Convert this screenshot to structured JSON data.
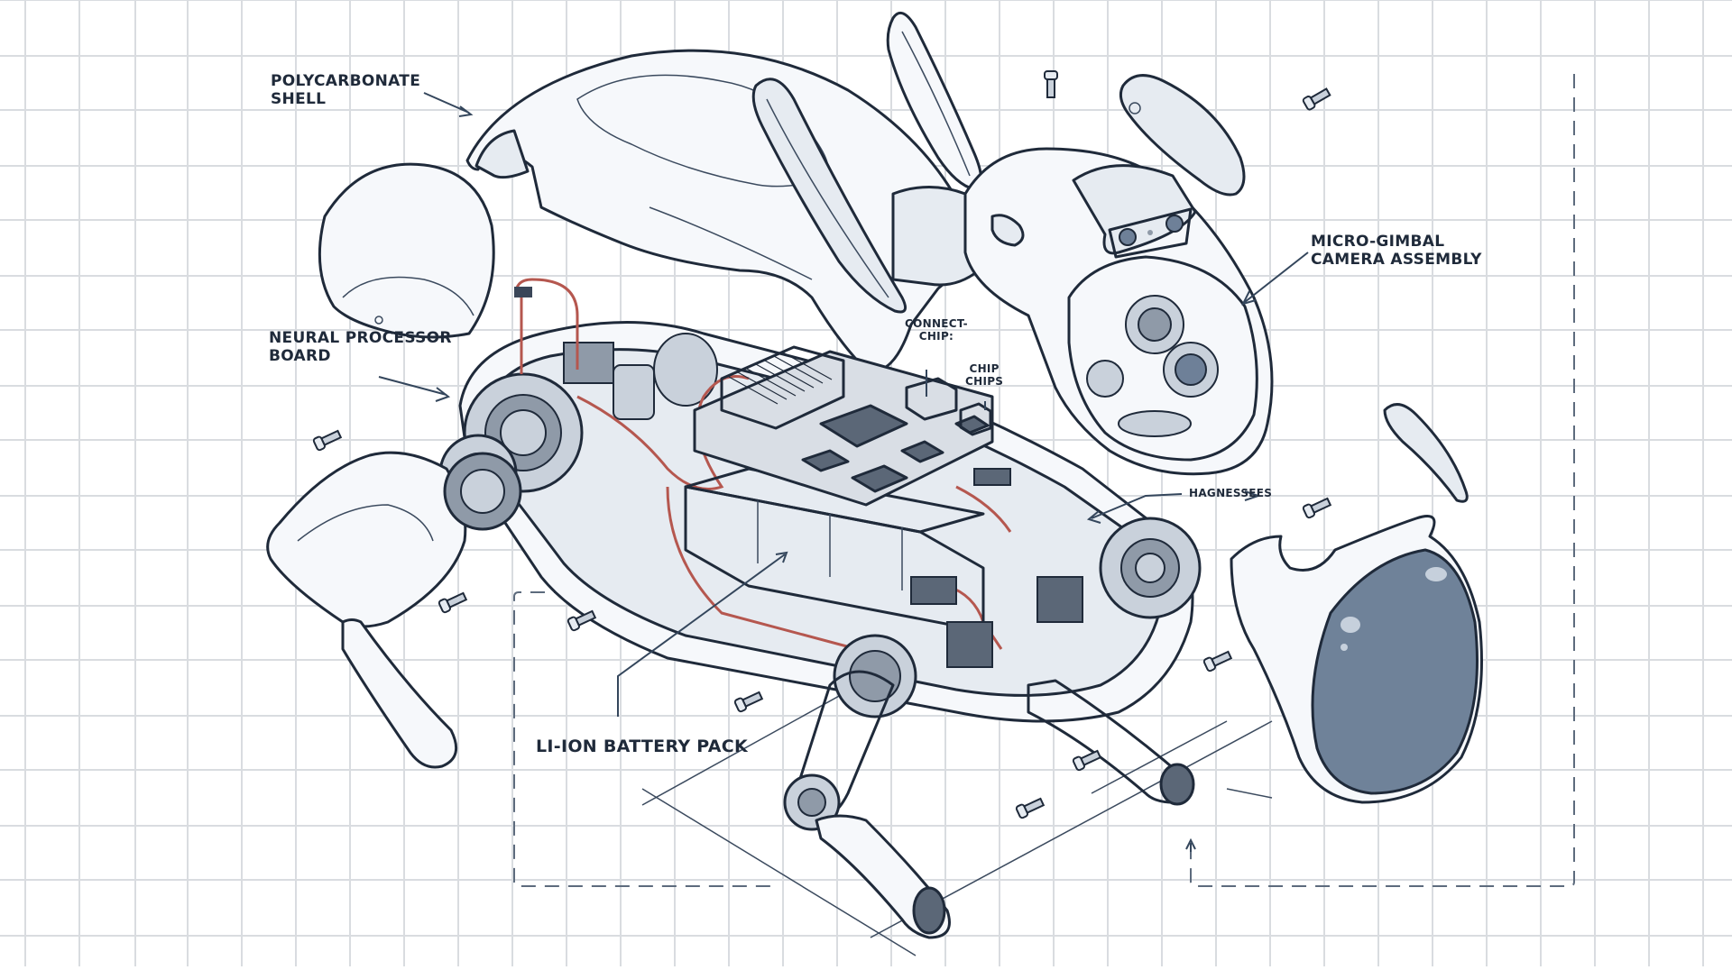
{
  "diagram": {
    "subject": "Robot dog exploded-view assembly",
    "style": "technical line illustration on grid paper",
    "colors": {
      "background": "#ffffff",
      "grid": "#d9dce0",
      "ink": "#1f2a3a",
      "wire": "#b5574f",
      "glass": "#6f8299"
    },
    "labels": {
      "polycarbonate_shell": "POLYCARBONATE\nSHELL",
      "neural_processor_board": "NEURAL PROCESSOR\nBOARD",
      "micro_gimbal_camera": "MICRO-GIMBAL\nCAMERA ASSEMBLY",
      "connect_chip": "CONNECT-\nCHIP:",
      "chip_chips": "CHIP\nCHIPS",
      "hagnessees": "HAGNESSEES",
      "li_ion_battery_pack": "LI-ION BATTERY PACK"
    },
    "components": [
      "polycarbonate-shell",
      "rear-shoulder-cap",
      "front-ear-fin",
      "rear-ear-fin",
      "camera-head",
      "camera-side-cover",
      "face-visor",
      "visor-clip",
      "chassis",
      "neural-processor-board",
      "battery-pack",
      "front-left-leg",
      "rear-leg",
      "front-right-leg",
      "screws"
    ]
  }
}
